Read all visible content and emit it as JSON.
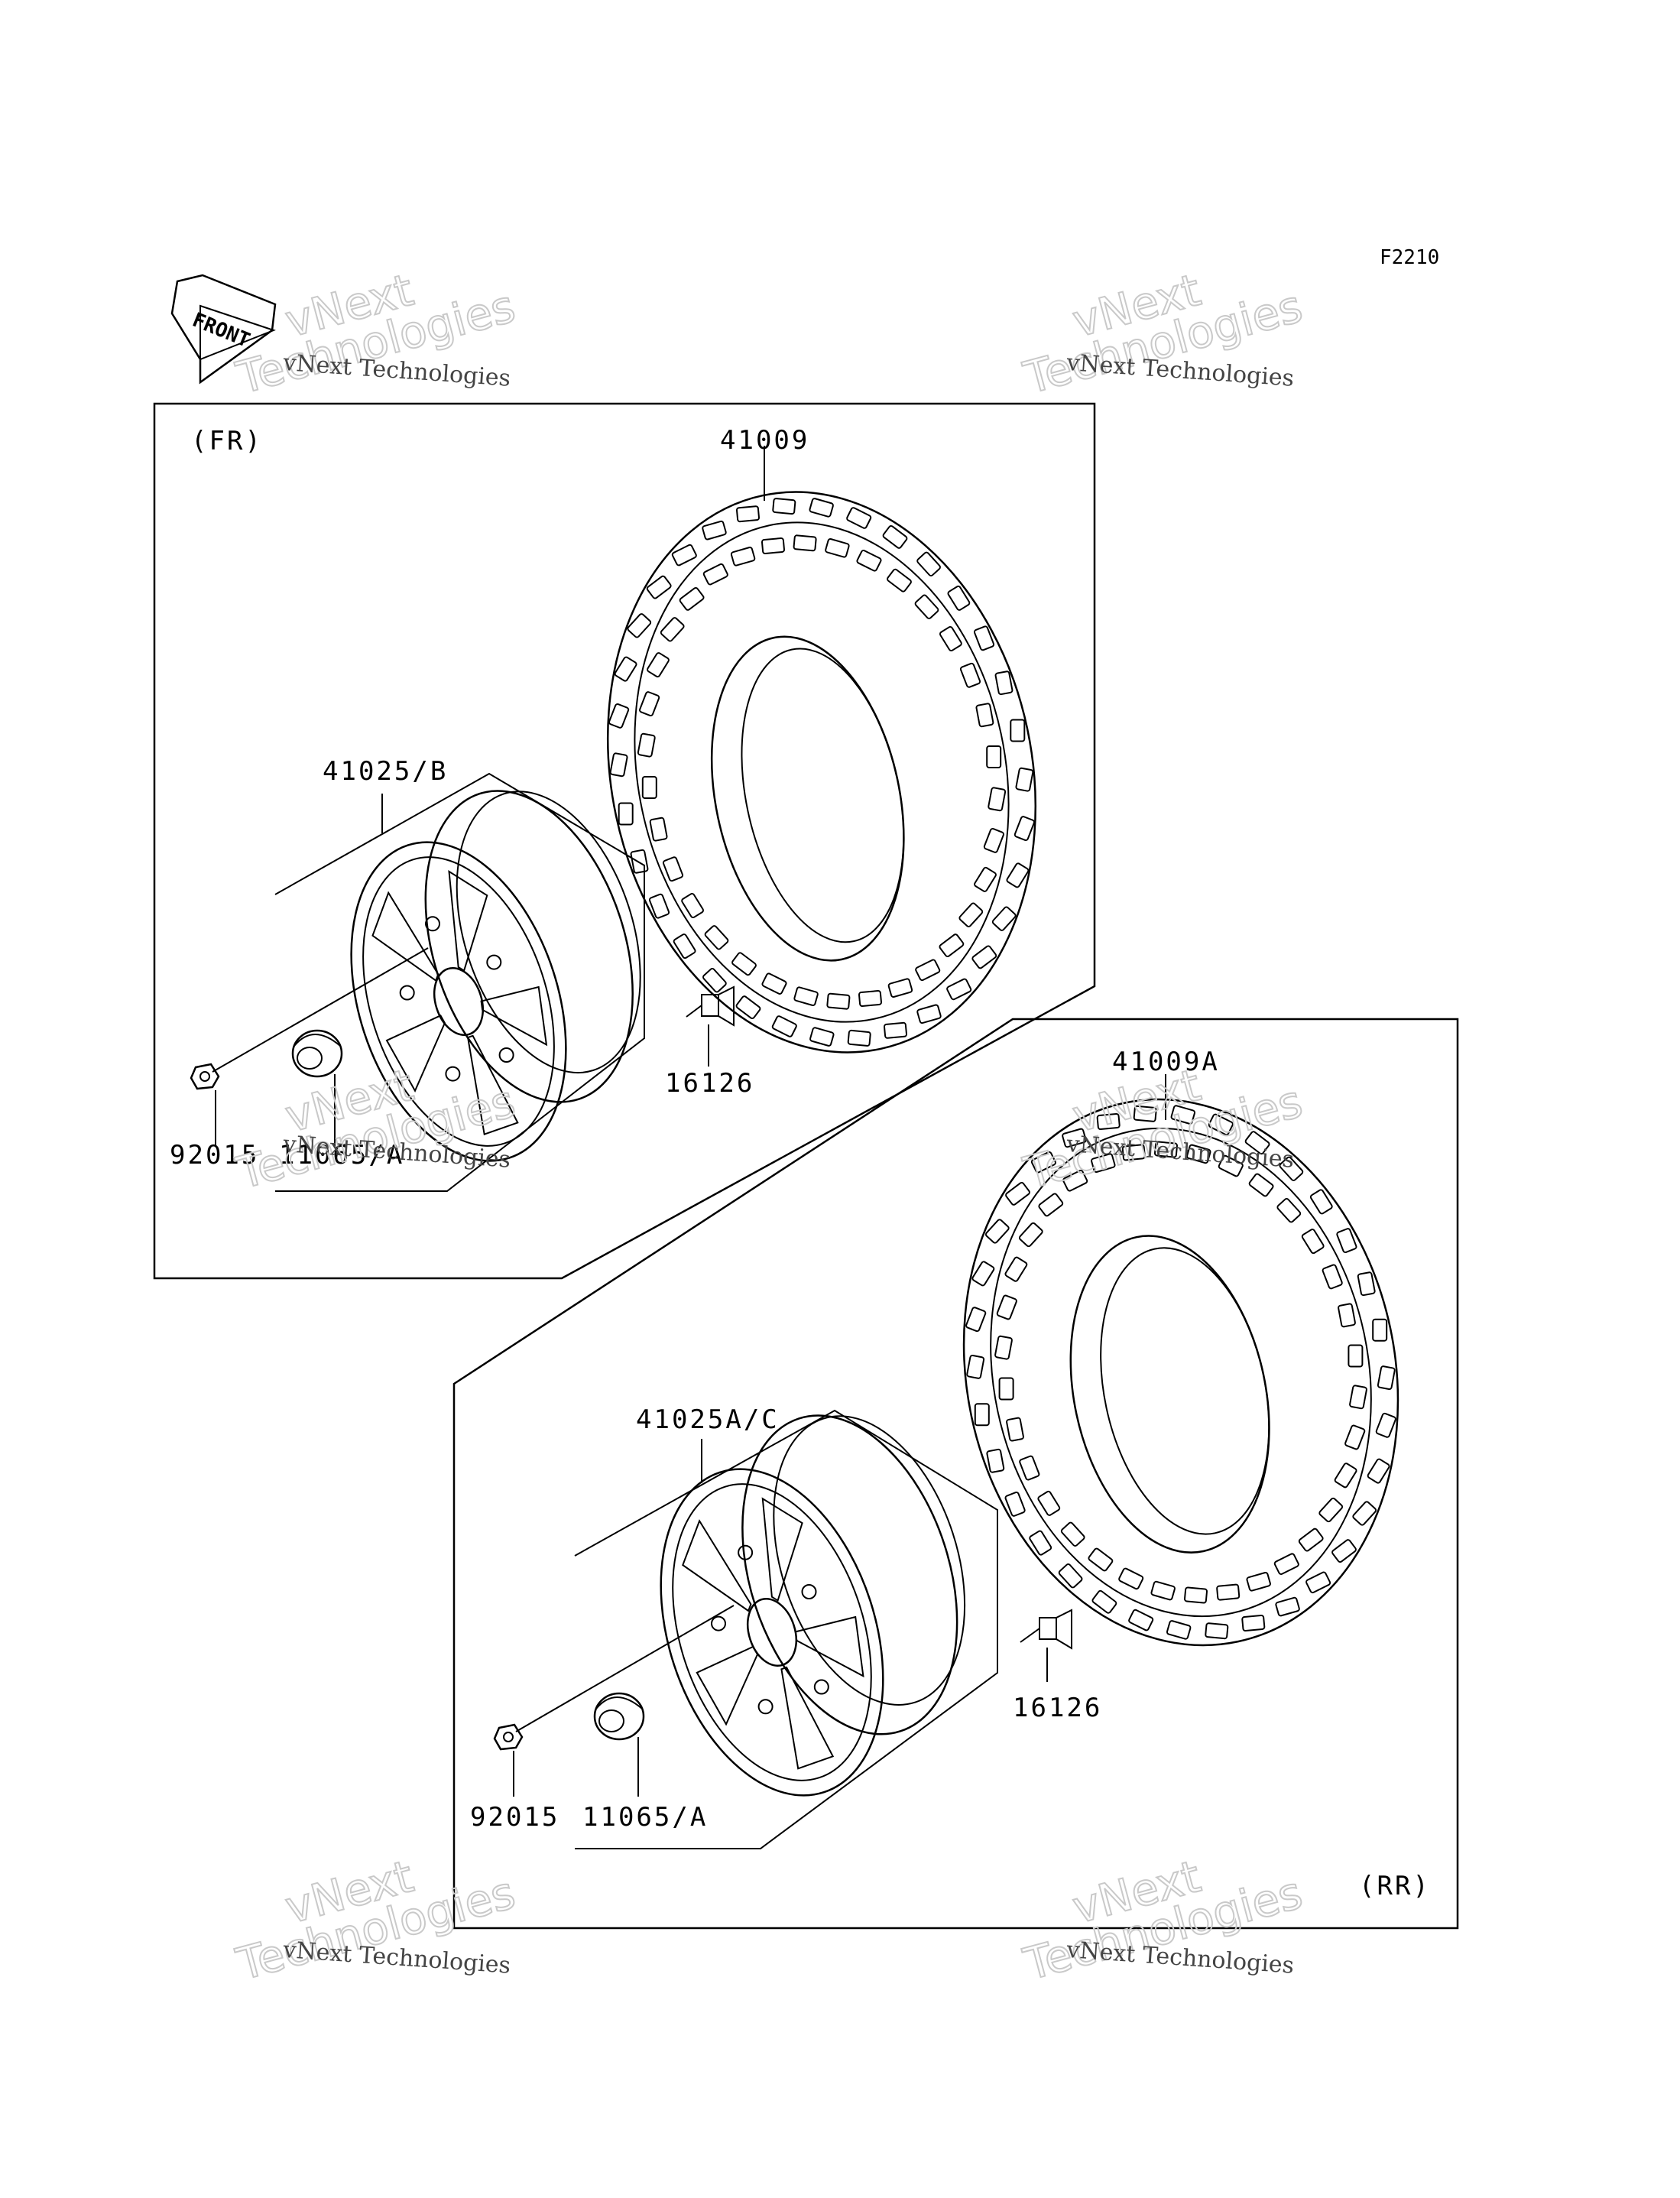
{
  "diagram_code": "F2210",
  "front_label": "FRONT",
  "sections": {
    "front": {
      "label": "(FR)",
      "parts": {
        "tire": "41009",
        "wheel": "41025/B",
        "valve": "16126",
        "nut": "92015",
        "cap": "11065/A"
      }
    },
    "rear": {
      "label": "(RR)",
      "parts": {
        "tire": "41009A",
        "wheel": "41025A/C",
        "valve": "16126",
        "nut": "92015",
        "cap": "11065/A"
      }
    }
  },
  "watermark": {
    "line1": "vNext Technologies",
    "brand_top": "vNext",
    "brand_bottom": "Technologies"
  },
  "colors": {
    "line": "#000000",
    "watermark_outline": "#c9c9c9",
    "background": "#ffffff"
  }
}
